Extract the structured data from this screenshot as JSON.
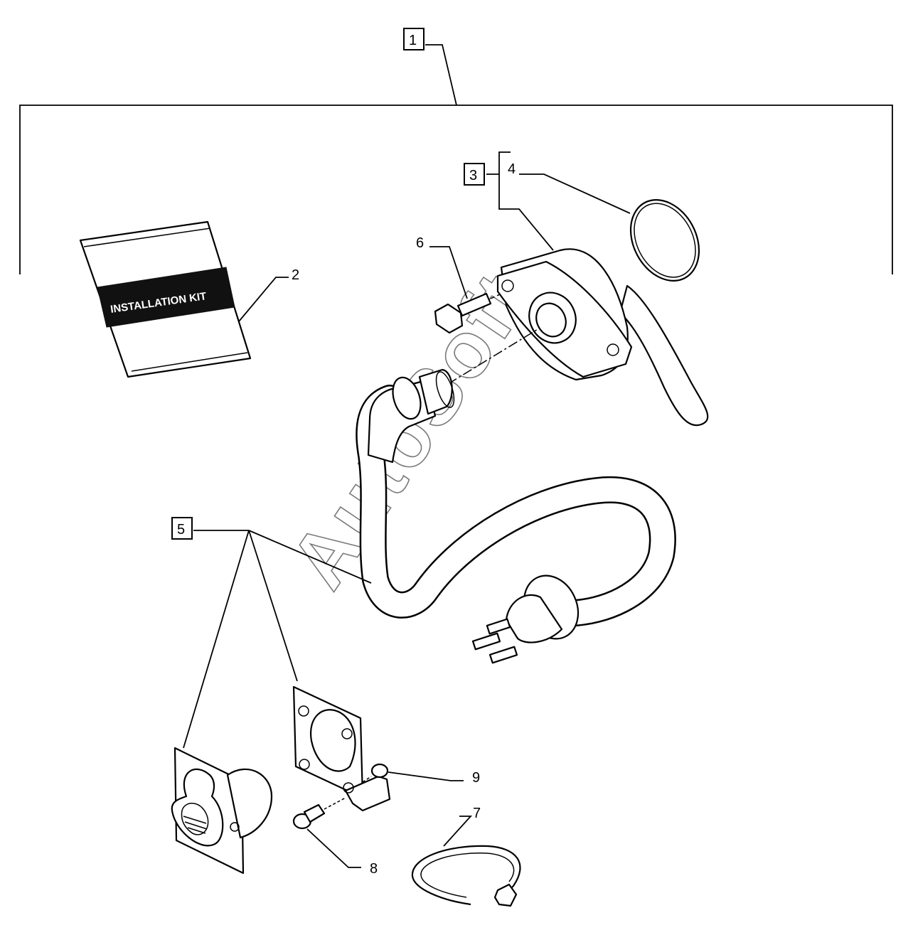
{
  "callouts": {
    "c1": "1",
    "c2": "2",
    "c3": "3",
    "c4": "4",
    "c5": "5",
    "c6": "6",
    "c7": "7",
    "c8": "8",
    "c9": "9"
  },
  "manual": {
    "label": "INSTALLATION KIT"
  },
  "watermark": {
    "text": "AutoSoft"
  }
}
